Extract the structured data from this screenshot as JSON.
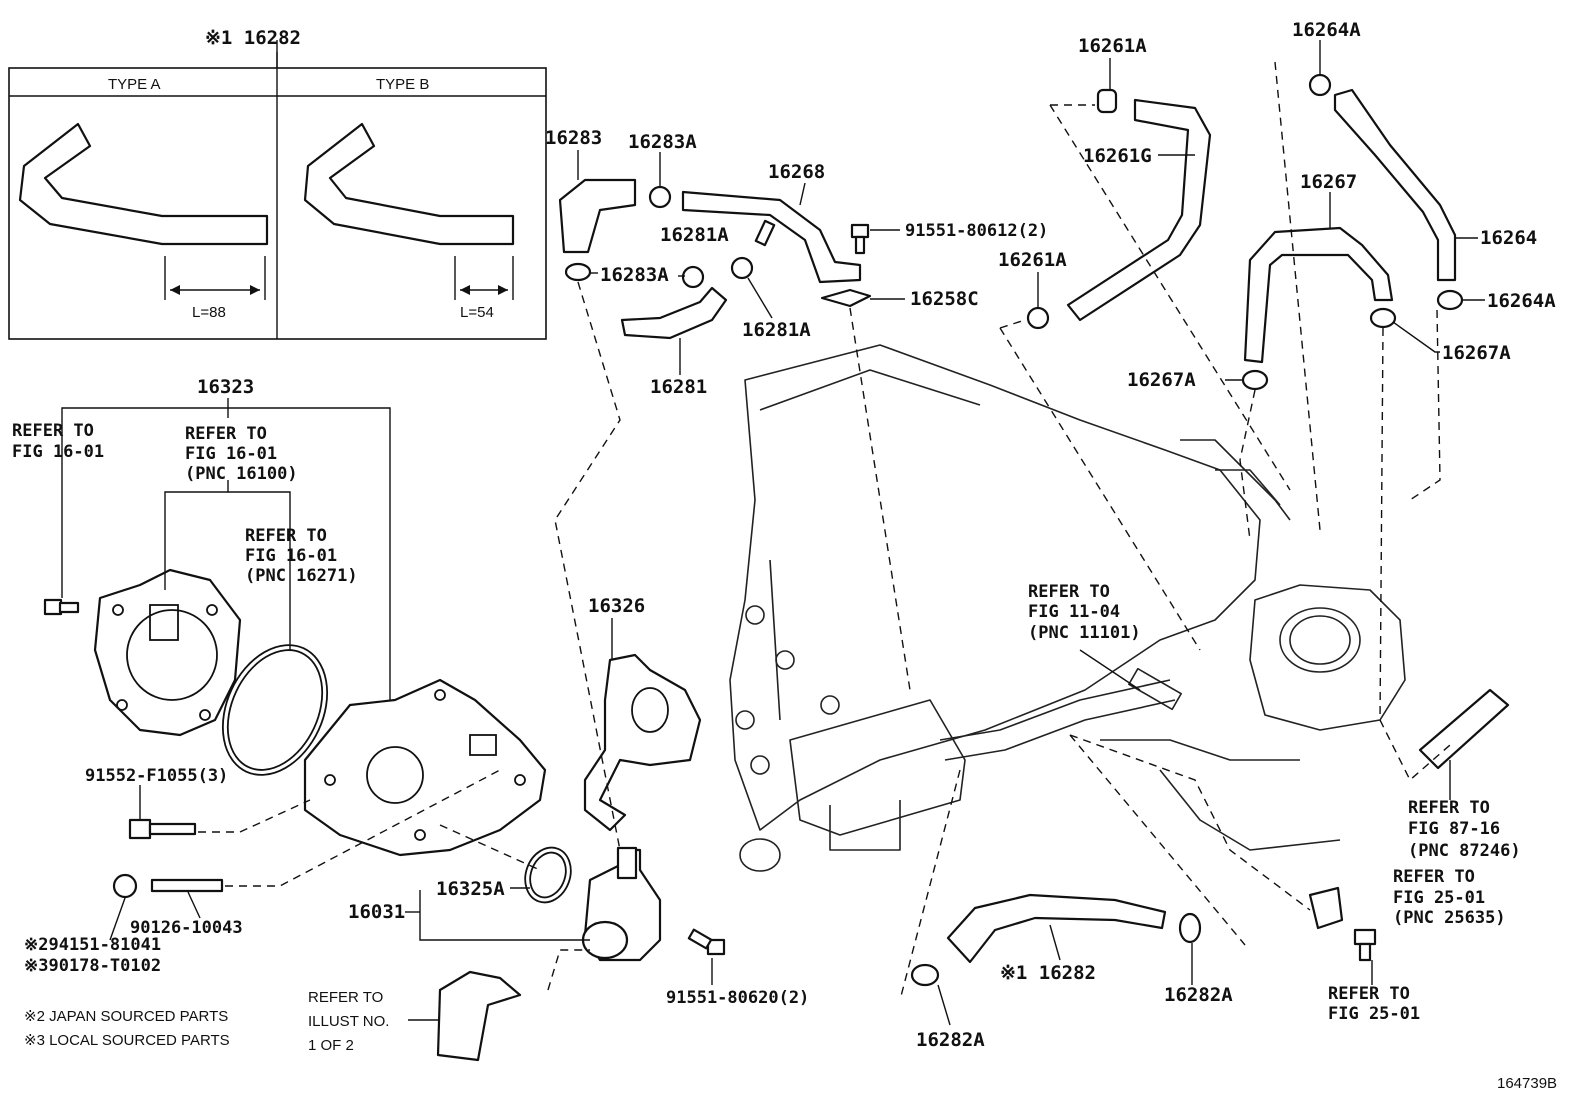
{
  "labels": {
    "p16282_top": "※1 16282",
    "type_a": "TYPE A",
    "type_b": "TYPE B",
    "l88": "L=88",
    "l54": "L=54",
    "p16323": "16323",
    "ref_left_1": "REFER TO",
    "ref_left_2": "FIG 16-01",
    "ref_mid_1": "REFER TO",
    "ref_mid_2": "FIG 16-01",
    "ref_mid_3": "(PNC 16100)",
    "ref_oring_1": "REFER TO",
    "ref_oring_2": "FIG 16-01",
    "ref_oring_3": "(PNC 16271)",
    "p91552": "91552-F1055(3)",
    "p90126": "90126-10043",
    "p294151": "※294151-81041",
    "p390178": "※390178-T0102",
    "note2": "※2 JAPAN SOURCED PARTS",
    "note3": "※3 LOCAL SOURCED PARTS",
    "p16031": "16031",
    "p16325A": "16325A",
    "ref_illust_1": "REFER TO",
    "ref_illust_2": "ILLUST NO.",
    "ref_illust_3": "1 OF 2",
    "p91551_80620": "91551-80620(2)",
    "p16326": "16326",
    "p16283": "16283",
    "p16283A_top": "16283A",
    "p16283A_left": "16283A",
    "p16281A_top": "16281A",
    "p16281A_bot": "16281A",
    "p16281": "16281",
    "p16268": "16268",
    "p91551_80612": "91551-80612(2)",
    "p16258C": "16258C",
    "p16261A_top": "16261A",
    "p16261G": "16261G",
    "p16261A_mid": "16261A",
    "p16267": "16267",
    "p16267A_left": "16267A",
    "p16267A_right": "16267A",
    "p16264A_top": "16264A",
    "p16264": "16264",
    "p16264A_right": "16264A",
    "ref_fig11_1": "REFER TO",
    "ref_fig11_2": "FIG 11-04",
    "ref_fig11_3": "(PNC 11101)",
    "ref_fig87_1": "REFER TO",
    "ref_fig87_2": "FIG 87-16",
    "ref_fig87_3": "(PNC 87246)",
    "ref_fig25a_1": "REFER TO",
    "ref_fig25a_2": "FIG 25-01",
    "ref_fig25a_3": "(PNC 25635)",
    "ref_fig25b_1": "REFER TO",
    "ref_fig25b_2": "FIG 25-01",
    "p16282_bot": "※1 16282",
    "p16282A_mid": "16282A",
    "p16282A_left": "16282A",
    "fig_no": "164739B"
  }
}
